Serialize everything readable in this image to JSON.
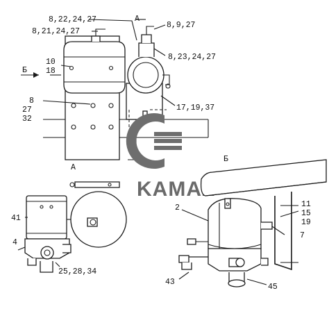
{
  "labels": {
    "l_8_22_24_27": "8,22,24,27",
    "l_8_21_24_27": "8,21,24,27",
    "l_A_view": "А",
    "l_8_9_27": "8,9,27",
    "l_8_23_24_27": "8,23,24,27",
    "l_B_arrow": "Б",
    "l_10": "10",
    "l_18": "18",
    "l_8": "8",
    "l_27": "27",
    "l_32": "32",
    "l_17_19_37": "17,19,37",
    "l_A_bottom": "А",
    "l_B_view": "Б",
    "l_2": "2",
    "l_41": "41",
    "l_11": "11",
    "l_15": "15",
    "l_19": "19",
    "l_7": "7",
    "l_4": "4",
    "l_25_28_34": "25,28,34",
    "l_43": "43",
    "l_45": "45"
  },
  "brand": {
    "text": "KAMAZ"
  },
  "colors": {
    "ink": "#1a1a1a",
    "logo": "#6e6e6e",
    "background": "#ffffff"
  }
}
